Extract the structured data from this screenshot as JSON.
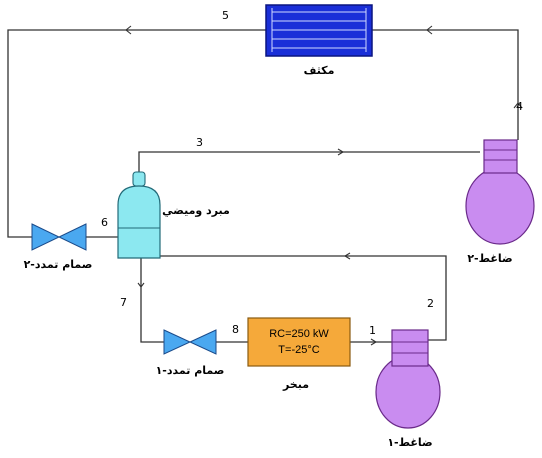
{
  "colors": {
    "condenser_fill": "#1a2fd8",
    "compressor_fill": "#c98cf0",
    "valve_fill": "#4aa8f0",
    "flash_tank_fill": "#8ce8f0",
    "evaporator_fill": "#f5a93a"
  },
  "points": {
    "p1": "1",
    "p2": "2",
    "p3": "3",
    "p4": "4",
    "p5": "5",
    "p6": "6",
    "p7": "7",
    "p8": "8"
  },
  "labels": {
    "condenser": "مكثف",
    "flash_tank": "مبرد وميضي",
    "compressor_1": "ضاغط-١",
    "compressor_2": "ضاغط-٢",
    "expansion_valve_1": "صمام تمدد-١",
    "expansion_valve_2": "صمام تمدد-٢",
    "evaporator": "مبخر"
  },
  "evaporator": {
    "capacity": "RC=250 kW",
    "temperature": "T=-25°C"
  }
}
